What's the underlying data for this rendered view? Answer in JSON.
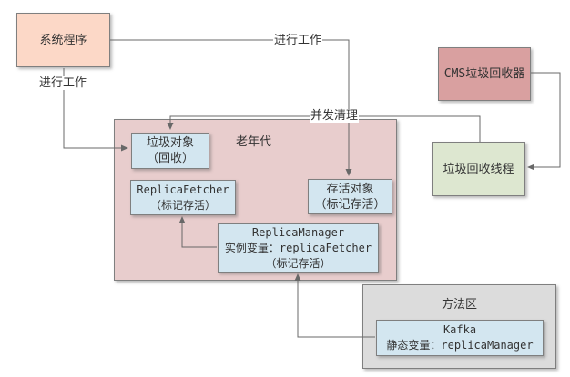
{
  "diagram_type": "flow-diagram",
  "colors": {
    "border": "#7f7f7f",
    "connector": "#686868",
    "text": "#333333",
    "system_program_fill": "#fcd8c7",
    "cms_collector_fill": "#d9a0a0",
    "old_generation_fill": "#e8cdcd",
    "object_box_fill": "#d3e6f0",
    "gc_thread_fill": "#dde7d0",
    "method_area_fill": "#dcdcdc",
    "background": "#ffffff"
  },
  "nodes": {
    "system_program": {
      "label": "系统程序"
    },
    "cms_collector": {
      "label": "CMS垃圾回收器"
    },
    "gc_thread": {
      "label": "垃圾回收线程"
    },
    "old_generation": {
      "label": "老年代"
    },
    "garbage_object": {
      "lines": [
        "垃圾对象",
        "（回收）"
      ]
    },
    "replica_fetcher": {
      "lines": [
        "ReplicaFetcher",
        "（标记存活）"
      ]
    },
    "alive_object": {
      "lines": [
        "存活对象",
        "（标记存活）"
      ]
    },
    "replica_manager": {
      "lines": [
        "ReplicaManager",
        "实例变量：replicaFetcher",
        "（标记存活）"
      ]
    },
    "method_area": {
      "label": "方法区"
    },
    "kafka": {
      "lines": [
        "Kafka",
        "静态变量：replicaManager"
      ]
    }
  },
  "edge_labels": {
    "work_top": "进行工作",
    "work_left": "进行工作",
    "concurrent_clean": "并发清理"
  },
  "edges": [
    {
      "from": "system_program",
      "to": "alive_object",
      "label": "进行工作"
    },
    {
      "from": "system_program",
      "to": "garbage_object",
      "label": "进行工作"
    },
    {
      "from": "gc_thread",
      "to": "garbage_object",
      "label": "并发清理"
    },
    {
      "from": "cms_collector",
      "to": "gc_thread",
      "label": ""
    },
    {
      "from": "kafka",
      "to": "replica_manager",
      "label": ""
    },
    {
      "from": "replica_manager",
      "to": "replica_fetcher",
      "label": ""
    }
  ]
}
